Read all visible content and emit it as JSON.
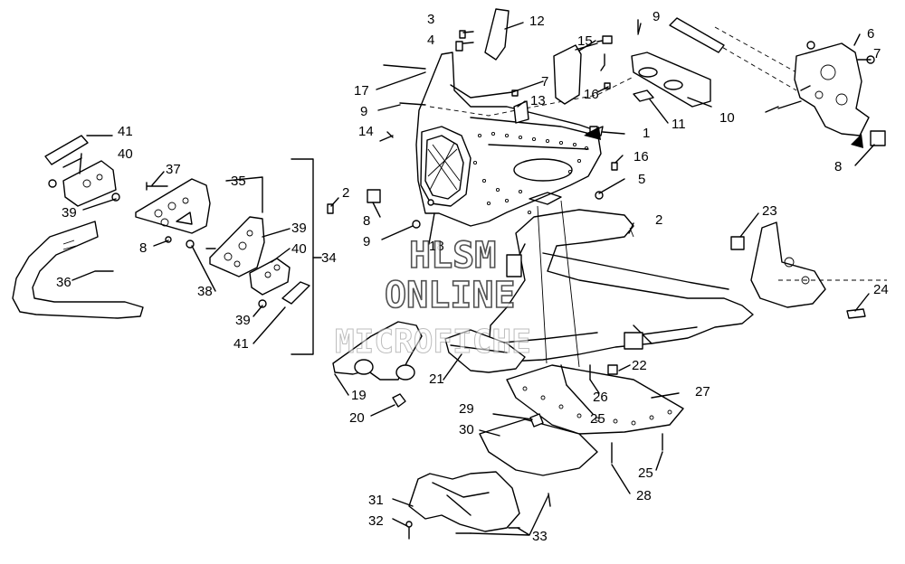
{
  "callouts": [
    "1",
    "2",
    "3",
    "4",
    "5",
    "6",
    "7",
    "8",
    "9",
    "10",
    "11",
    "12",
    "13",
    "14",
    "15",
    "16",
    "17",
    "18",
    "19",
    "20",
    "21",
    "22",
    "23",
    "24",
    "25",
    "26",
    "27",
    "28",
    "29",
    "30",
    "31",
    "32",
    "33",
    "34",
    "35",
    "36",
    "37",
    "38",
    "39",
    "40",
    "41"
  ],
  "watermark": {
    "line1": "HLSM",
    "line2": "ONLINE",
    "line3": "MICROFICHE"
  },
  "colors": {
    "ink": "#000000",
    "paper": "#ffffff",
    "watermark_stroke": "#333333"
  }
}
